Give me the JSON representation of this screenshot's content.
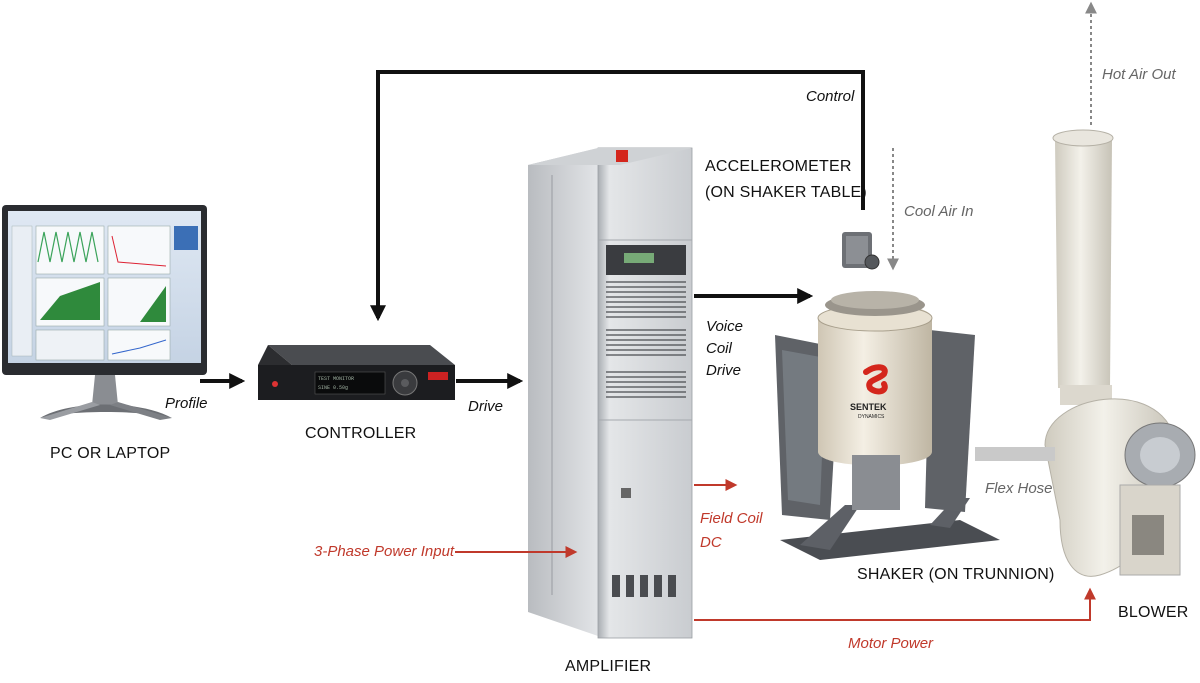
{
  "labels": {
    "pc": "PC OR LAPTOP",
    "controller": "CONTROLLER",
    "amplifier": "AMPLIFIER",
    "accelerometer_line1": "ACCELEROMETER",
    "accelerometer_line2": "(ON SHAKER TABLE)",
    "shaker": "SHAKER (ON TRUNNION)",
    "blower": "BLOWER",
    "shaker_brand": "SENTEK",
    "shaker_brand_sub": "DYNAMICS"
  },
  "flows": {
    "control": "Control",
    "profile": "Profile",
    "drive": "Drive",
    "voice_coil_line1": "Voice",
    "voice_coil_line2": "Coil",
    "voice_coil_line3": "Drive",
    "cool_air_in": "Cool Air In",
    "hot_air_out": "Hot Air Out",
    "field_coil_line1": "Field Coil",
    "field_coil_line2": "DC",
    "flex_hose": "Flex Hose",
    "three_phase": "3-Phase Power Input",
    "motor_power": "Motor Power"
  },
  "colors": {
    "signal": "#111111",
    "power": "#c0392b",
    "air": "#888888",
    "brand": "#d4261c"
  }
}
